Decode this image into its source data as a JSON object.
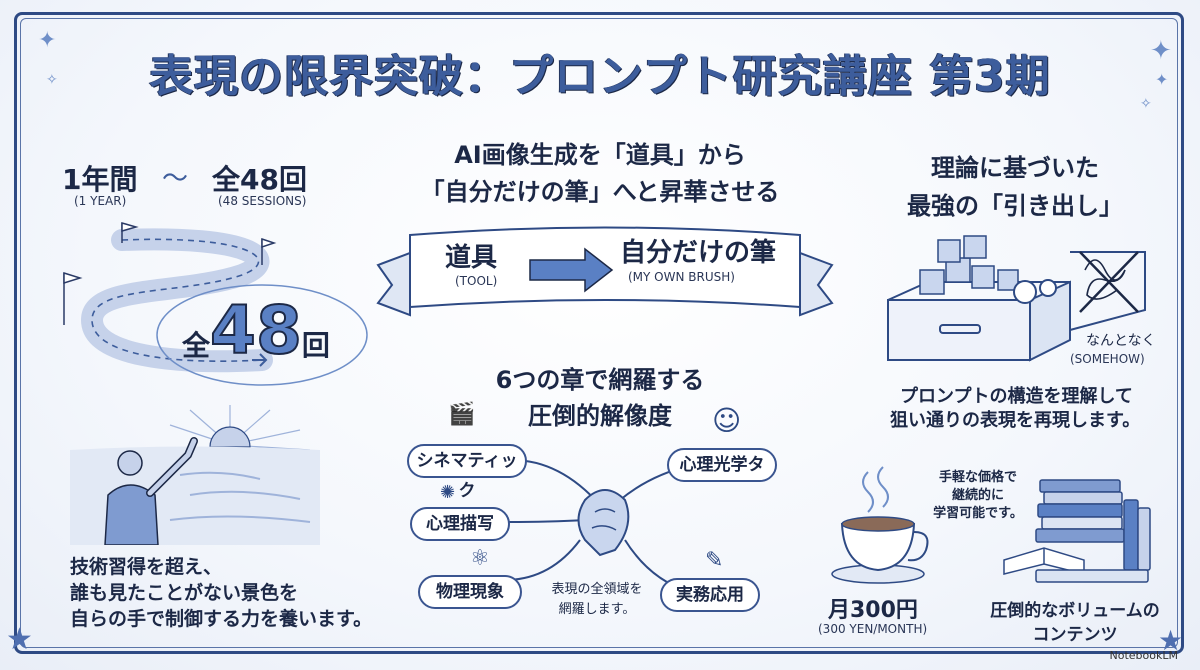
{
  "title": "表現の限界突破：プロンプト研究講座 第3期",
  "left_top": {
    "year_label": "1年間",
    "year_sub": "(1 YEAR)",
    "sessions_label": "全48回",
    "sessions_sub": "(48 SESSIONS)",
    "badge_prefix": "全",
    "badge_number": "48",
    "badge_suffix": "回"
  },
  "center_top": {
    "line1": "AI画像生成を「道具」から",
    "line2": "「自分だけの筆」へと昇華させる",
    "from_label": "道具",
    "from_sub": "(TOOL)",
    "to_label": "自分だけの筆",
    "to_sub": "(MY OWN BRUSH)"
  },
  "right_top": {
    "heading_line1": "理論に基づいた",
    "heading_line2": "最強の「引き出し」",
    "somehow_label": "なんとなく",
    "somehow_sub": "(SOMEHOW)",
    "desc_line1": "プロンプトの構造を理解して",
    "desc_line2": "狙い通りの表現を再現します。"
  },
  "left_bottom": {
    "line1": "技術習得を超え、",
    "line2": "誰も見たことがない景色を",
    "line3": "自らの手で制御する力を養います。"
  },
  "center_bottom": {
    "heading_line1": "6つの章で網羅する",
    "heading_line2": "圧倒的解像度",
    "chapters": [
      "シネマティック",
      "心理光学タ",
      "心理描写",
      "物理現象",
      "実務応用"
    ],
    "hub_line1": "表現の全領域を",
    "hub_line2": "網羅します。"
  },
  "right_bottom": {
    "price_note_line1": "手軽な価格で",
    "price_note_line2": "継続的に",
    "price_note_line3": "学習可能です。",
    "price_label": "月300円",
    "price_sub": "(300 YEN/MONTH)",
    "volume_line1": "圧倒的なボリュームの",
    "volume_line2": "コンテンツ"
  },
  "watermark": "NotebookLM",
  "colors": {
    "accent": "#3d5d9c",
    "ink": "#1c2846",
    "light": "#a9bde0"
  }
}
